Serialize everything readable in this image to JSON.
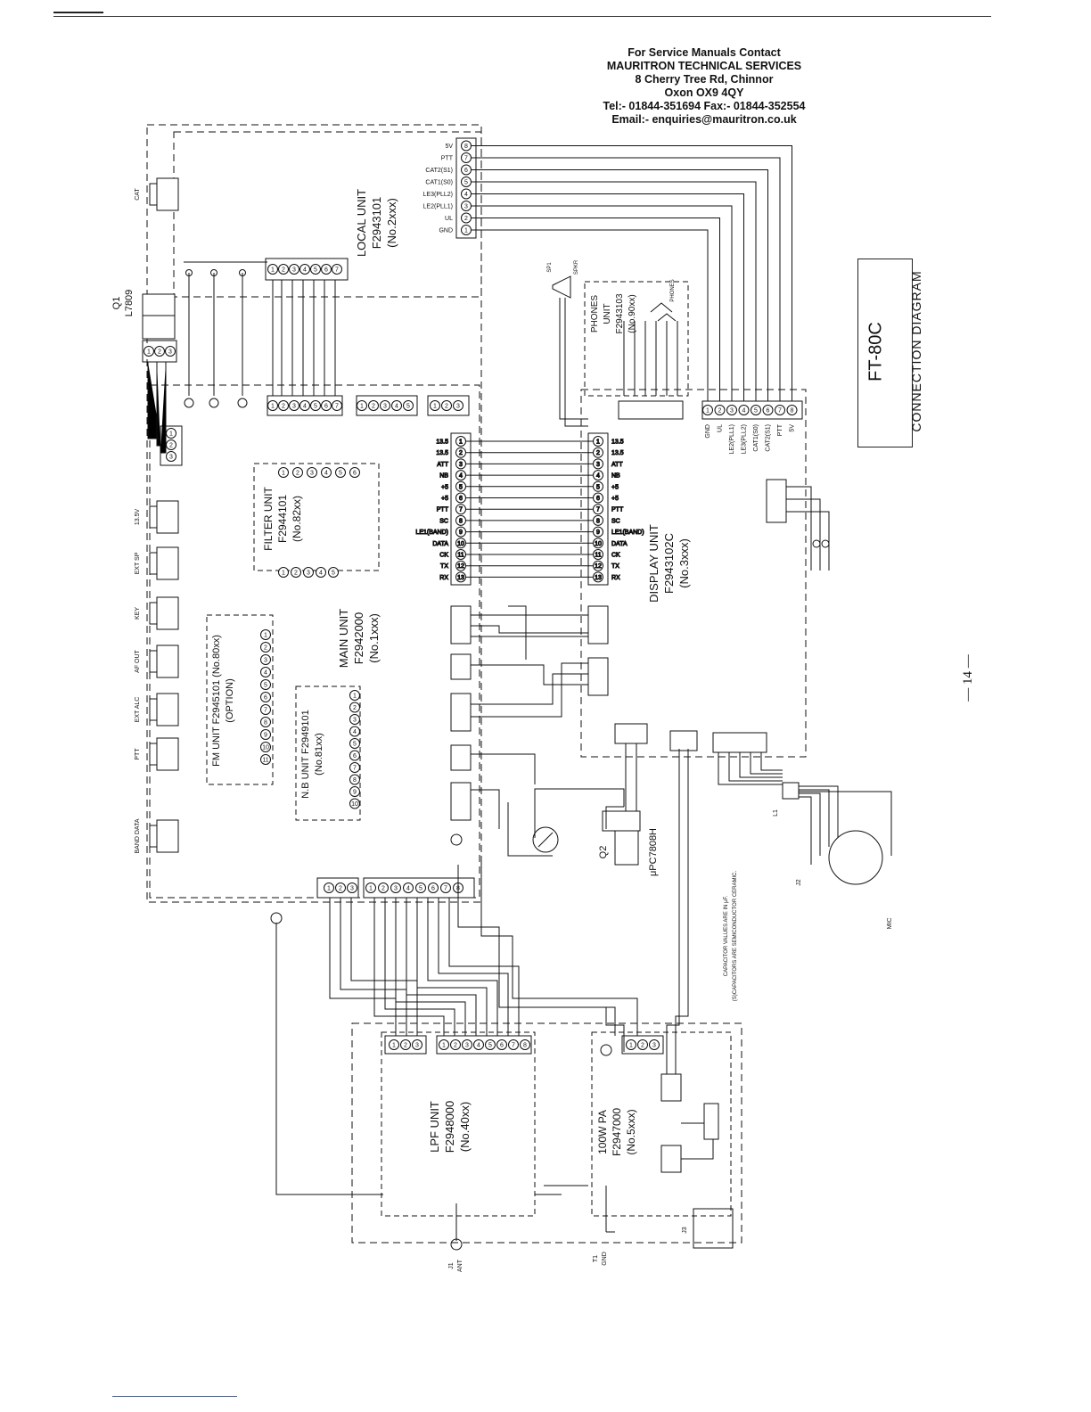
{
  "contact": {
    "line1": "For Service Manuals Contact",
    "line2": "MAURITRON TECHNICAL SERVICES",
    "line3": "8 Cherry Tree Rd, Chinnor",
    "line4": "Oxon OX9 4QY",
    "line5": "Tel:- 01844-351694 Fax:- 01844-352554",
    "line6": "Email:- enquiries@mauritron.co.uk"
  },
  "title": {
    "model": "FT-80C",
    "subtitle": "CONNECTION DIAGRAM"
  },
  "page_number": "— 14 —",
  "units": {
    "local": [
      "LOCAL UNIT",
      "F2943101",
      "(No.2xxx)"
    ],
    "main": [
      "MAIN UNIT",
      "F2942000",
      "(No.1xxx)"
    ],
    "display": [
      "DISPLAY UNIT",
      "F2943102C",
      "(No.3xxx)"
    ],
    "filter": [
      "FILTER UNIT",
      "F2944101",
      "(No.82xx)"
    ],
    "fm": [
      "FM UNIT F2945101 (No.80xx)",
      "(OPTION)"
    ],
    "nb": [
      "N.B UNIT F2949101",
      "(No.81xx)"
    ],
    "phones": [
      "PHONES",
      "UNIT",
      "F2943103",
      "(No.90xx)"
    ],
    "lpf": [
      "LPF UNIT",
      "F2948000",
      "(No.40xx)"
    ],
    "pa": [
      "100W PA",
      "F2947000",
      "(No.5xxx)"
    ]
  },
  "regulators": {
    "q1": [
      "Q1",
      "L7809"
    ],
    "q2": [
      "Q2",
      "μPC7808H"
    ]
  },
  "jacks": [
    "CAT",
    "13.5V",
    "EXT SP",
    "KEY",
    "AF OUT",
    "EXT ALC",
    "PTT",
    "BAND DATA"
  ],
  "labels": {
    "spkr": "SPKR",
    "sp1": "SP1",
    "phones_jack": "PHONES",
    "l1": "L1",
    "j2": "J2",
    "mic": "MIC",
    "j1": "J1",
    "ant": "ANT",
    "t1": "T1",
    "gnd": "GND",
    "j3": "J3",
    "cap_note1": "CAPACITOR VALUES ARE IN μF.",
    "cap_note2": "(S)CAPACITORS ARE SEMICONDUCTOR CERAMIC."
  },
  "local_pins": [
    "GND",
    "UL",
    "LE2(PLL1)",
    "LE3(PLL2)",
    "CAT1(S0)",
    "CAT2(S1)",
    "PTT",
    "5V"
  ],
  "display_pins": [
    "13.5",
    "13.5",
    "ATT",
    "NB",
    "+5",
    "+5",
    "PTT",
    "SC",
    "LE1(BAND)",
    "DATA",
    "CK",
    "TX",
    "RX"
  ]
}
